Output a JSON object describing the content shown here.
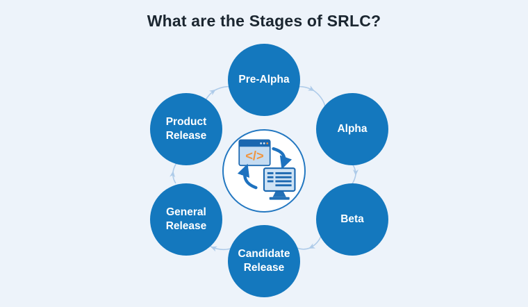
{
  "title": "What are the Stages of SRLC?",
  "stages": [
    {
      "id": "pre-alpha",
      "label": "Pre-Alpha"
    },
    {
      "id": "alpha",
      "label": "Alpha"
    },
    {
      "id": "beta",
      "label": "Beta"
    },
    {
      "id": "candidate-release",
      "label": "Candidate Release"
    },
    {
      "id": "general-release",
      "label": "General Release"
    },
    {
      "id": "product-release",
      "label": "Product Release"
    }
  ],
  "center_icon": {
    "name": "software-release-cycle-icon",
    "code_symbol": "</>"
  },
  "colors": {
    "background": "#edf3fa",
    "stage_circle": "#1478be",
    "stage_label": "#ffffff",
    "connector_arrow": "#aecbe9",
    "center_circle_border": "#2478c1",
    "icon_dark_blue": "#1a67b0",
    "icon_mid_blue": "#1e72bf",
    "icon_light_blue": "#c5dcf2",
    "icon_orange": "#f0953f",
    "title_text": "#1b2630"
  }
}
